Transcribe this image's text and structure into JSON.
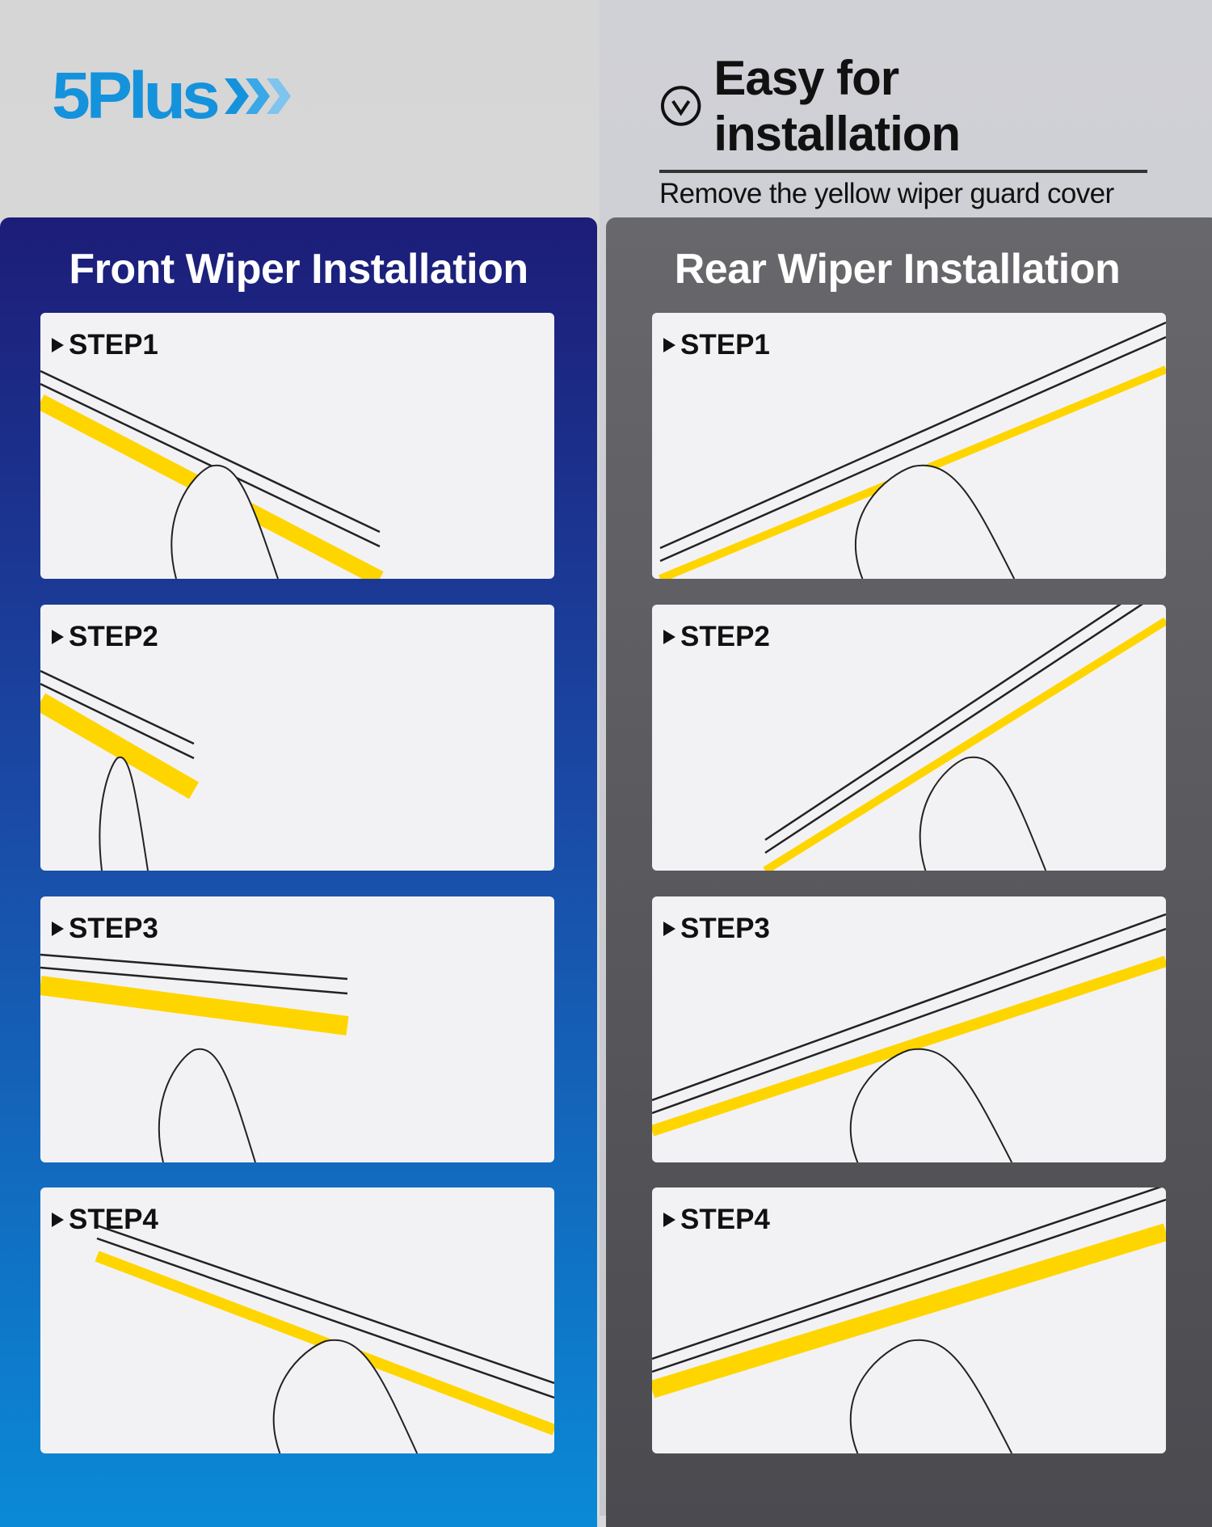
{
  "brand": {
    "name": "5Plus",
    "color": "#1592dc"
  },
  "header": {
    "title": "Easy for installation",
    "subtitle": "Remove the yellow wiper guard cover",
    "icon": "chevron-down-circle-icon"
  },
  "front": {
    "title": "Front Wiper Installation",
    "steps": [
      {
        "label": "STEP1"
      },
      {
        "label": "STEP2"
      },
      {
        "label": "STEP3"
      },
      {
        "label": "STEP4"
      }
    ]
  },
  "rear": {
    "title": "Rear Wiper Installation",
    "steps": [
      {
        "label": "STEP1"
      },
      {
        "label": "STEP2"
      },
      {
        "label": "STEP3"
      },
      {
        "label": "STEP4"
      }
    ]
  },
  "colors": {
    "front_panel": "#1c1d78",
    "rear_panel": "#5a5a5f",
    "guard_yellow": "#ffd500"
  }
}
